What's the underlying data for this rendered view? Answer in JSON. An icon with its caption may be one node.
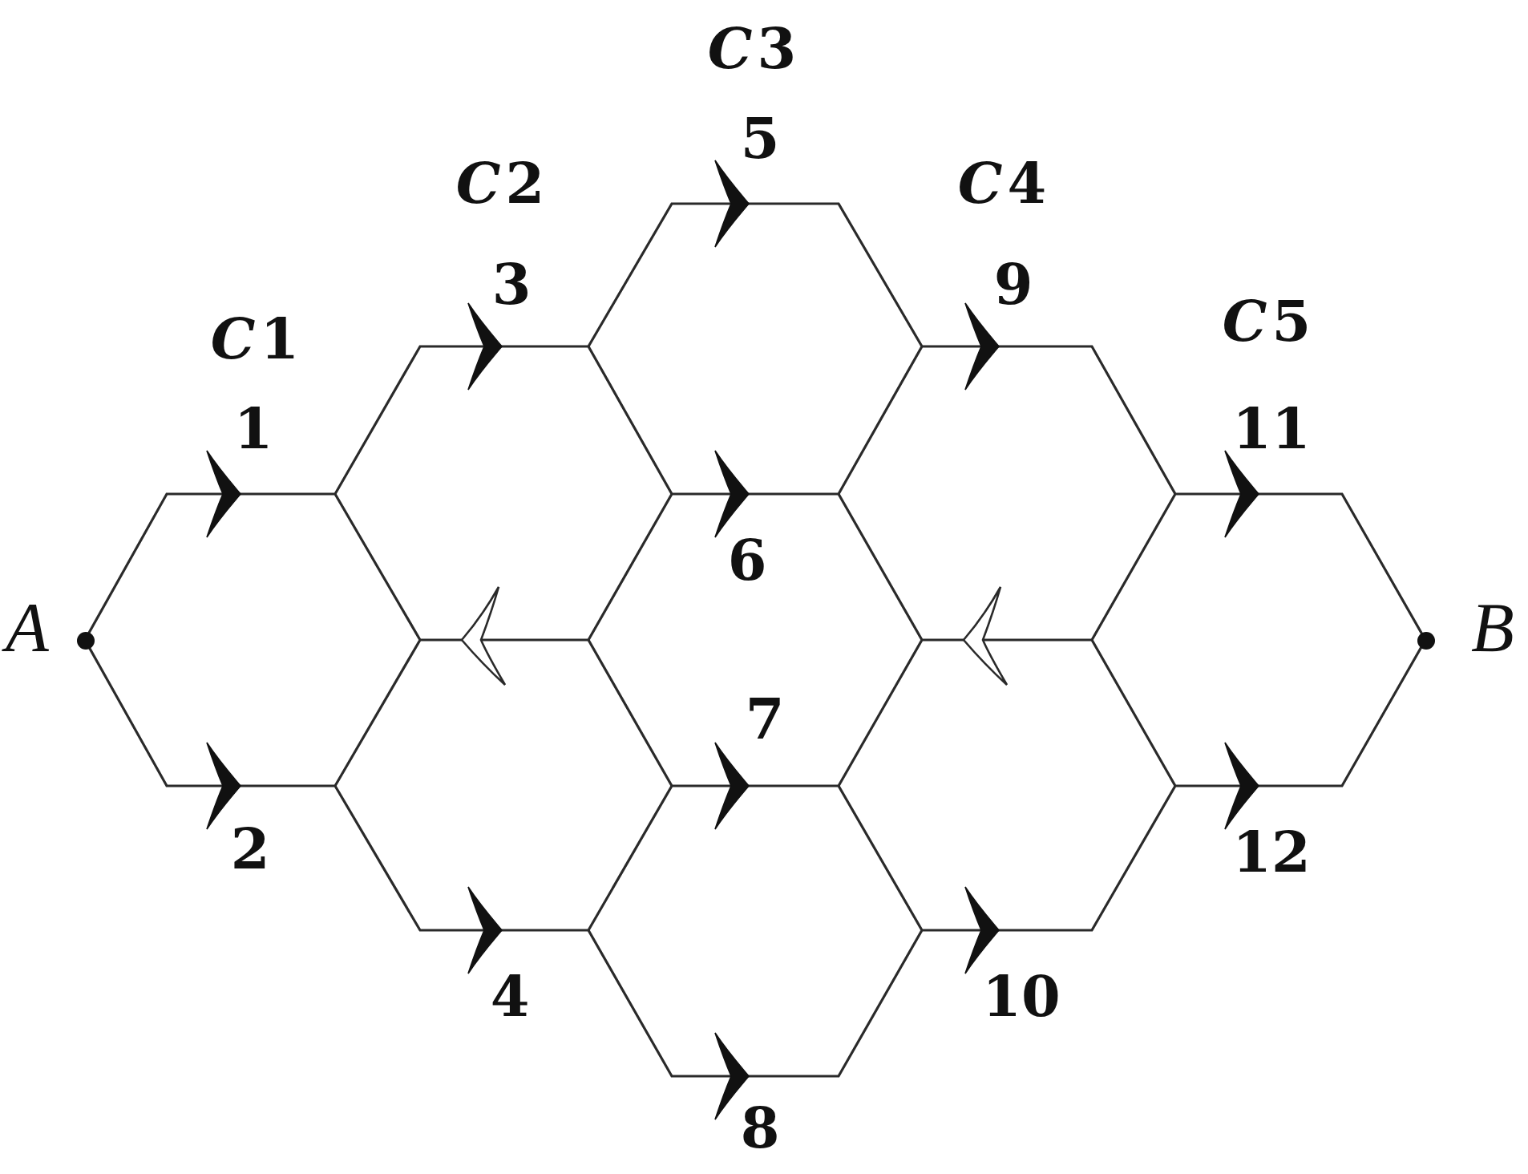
{
  "diagram": {
    "nodes": [
      {
        "text": [],
        "shape": "circle",
        "beside": [
          "A"
        ]
      },
      {
        "text": [],
        "shape": "circle",
        "beside": [
          "B"
        ]
      }
    ],
    "labels": [
      "C3",
      "5",
      "C2",
      "C4",
      "3",
      "9",
      "C1",
      "C5",
      "1",
      "11",
      "6",
      "7",
      "2",
      "12",
      "4",
      "10",
      "8"
    ]
  }
}
